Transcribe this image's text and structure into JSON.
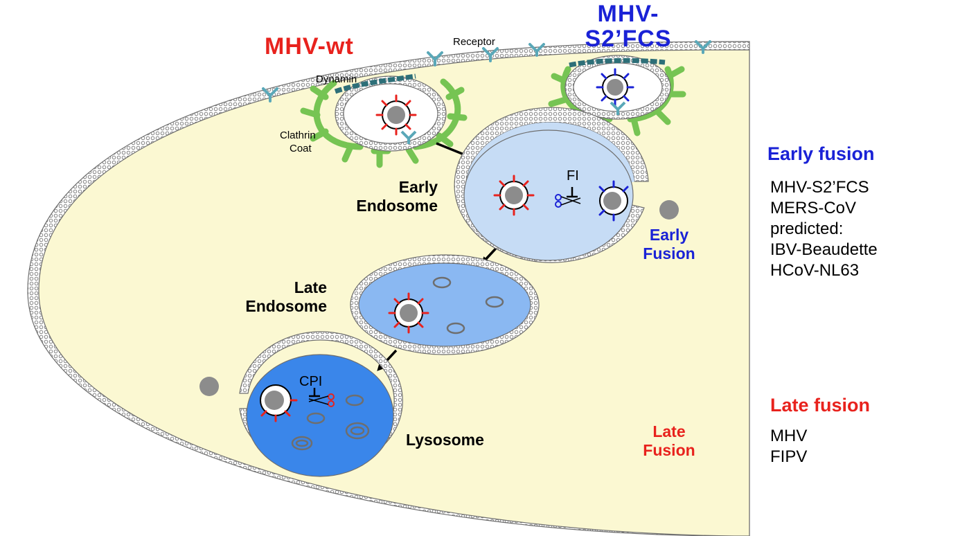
{
  "virus_labels": {
    "wt": "MHV-wt",
    "s2fcs_line1": "MHV-",
    "s2fcs_line2": "S2’FCS"
  },
  "membrane_labels": {
    "receptor": "Receptor",
    "dynamin": "Dynamin",
    "clathrin_line1": "Clathrin",
    "clathrin_line2": "Coat"
  },
  "compartments": {
    "early_endosome_line1": "Early",
    "early_endosome_line2": "Endosome",
    "late_endosome_line1": "Late",
    "late_endosome_line2": "Endosome",
    "lysosome": "Lysosome"
  },
  "inhibitors": {
    "fi": "FI",
    "cpi": "CPI"
  },
  "fusion_labels": {
    "early_line1": "Early",
    "early_line2": "Fusion",
    "late_line1": "Late",
    "late_line2": "Fusion"
  },
  "legend": {
    "early_title": "Early fusion",
    "early_items": [
      "MHV-S2’FCS",
      "MERS-CoV",
      "predicted:",
      "IBV-Beaudette",
      "HCoV-NL63"
    ],
    "late_title": "Late fusion",
    "late_items": [
      "MHV",
      "FIPV"
    ]
  },
  "colors": {
    "cytoplasm": "#fbf8d2",
    "early_endosome": "#c6dcf5",
    "late_endosome": "#8ab8f2",
    "lysosome": "#3a86ea",
    "clathrin": "#76c453",
    "dynamin": "#2d6f78",
    "receptor": "#5aa8b8",
    "spike_wt": "#e8221d",
    "spike_fcs": "#1a22d6"
  }
}
